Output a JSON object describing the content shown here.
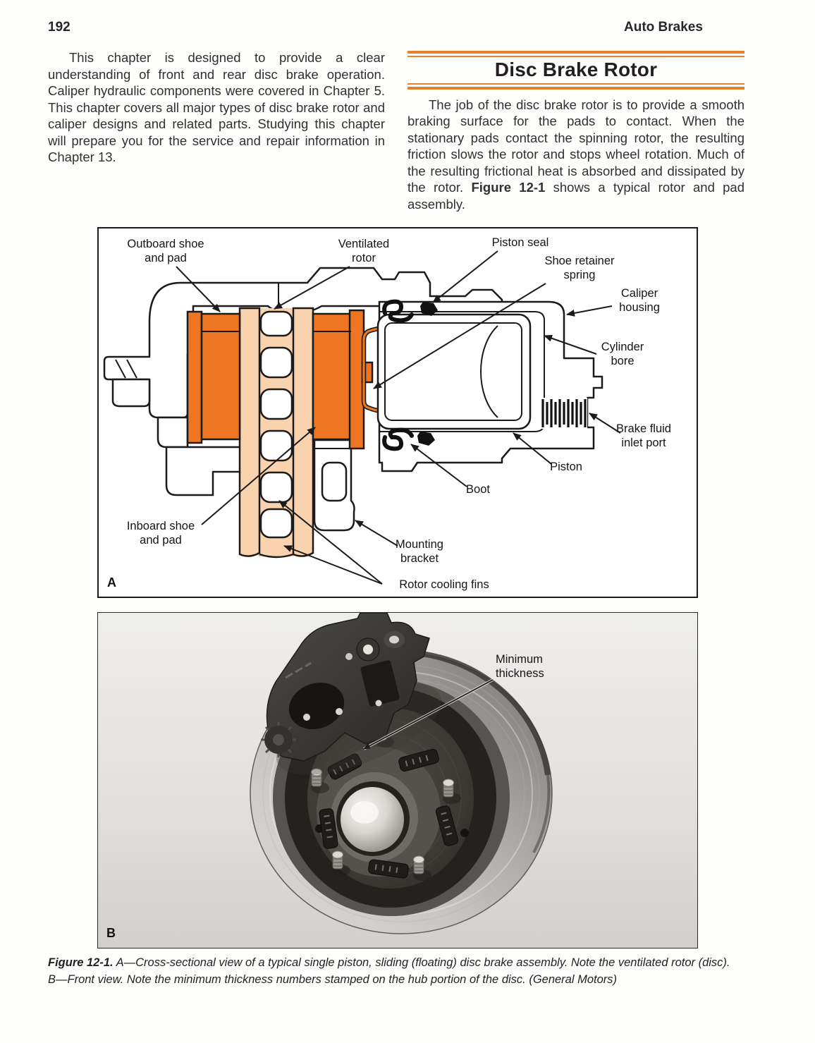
{
  "page": {
    "number": "192",
    "running_head": "Auto Brakes"
  },
  "intro": {
    "text": "This chapter is designed to provide a clear understanding of front and rear disc brake operation. Caliper hydraulic components were covered in Chapter 5. This chapter covers all major types of disc brake rotor and caliper designs and related parts. Studying this chapter will prepare you for the service and repair information in Chapter 13."
  },
  "section": {
    "title": "Disc Brake Rotor",
    "para_before_bold": "The job of the disc brake rotor is to provide a smooth braking surface for the pads to contact. When the stationary pads contact the spinning rotor, the resulting friction slows the rotor and stops wheel rotation. Much of the resulting frictional heat is absorbed and dissipated by the rotor. ",
    "para_bold": "Figure 12-1",
    "para_after_bold": " shows a typical rotor and pad assembly."
  },
  "figure_a": {
    "panel_letter": "A",
    "labels": {
      "outboard": {
        "l1": "Outboard shoe",
        "l2": "and pad"
      },
      "ventilated": {
        "l1": "Ventilated",
        "l2": "rotor"
      },
      "piston_seal": {
        "l1": "Piston seal"
      },
      "shoe_retainer": {
        "l1": "Shoe retainer",
        "l2": "spring"
      },
      "caliper_housing": {
        "l1": "Caliper",
        "l2": "housing"
      },
      "cylinder_bore": {
        "l1": "Cylinder",
        "l2": "bore"
      },
      "brake_fluid": {
        "l1": "Brake fluid",
        "l2": "inlet port"
      },
      "piston": {
        "l1": "Piston"
      },
      "boot": {
        "l1": "Boot"
      },
      "mounting": {
        "l1": "Mounting",
        "l2": "bracket"
      },
      "inboard": {
        "l1": "Inboard shoe",
        "l2": "and pad"
      },
      "cooling_fins": {
        "l1": "Rotor cooling fins"
      }
    }
  },
  "figure_b": {
    "panel_letter": "B",
    "labels": {
      "min_thickness": {
        "l1": "Minimum",
        "l2": "thickness"
      }
    }
  },
  "caption": {
    "label": "Figure 12-1.",
    "line1": "A—Cross-sectional view of a typical single piston, sliding (floating) disc brake assembly. Note the ventilated rotor (disc).",
    "line2": "B—Front view. Note the minimum thickness numbers stamped on the hub portion of the disc. (General Motors)"
  },
  "colors": {
    "accent_orange": "#e8812c",
    "pad_orange": "#ee7623",
    "rotor_peach": "#f8d3ae",
    "line_black": "#1c1a1a"
  }
}
